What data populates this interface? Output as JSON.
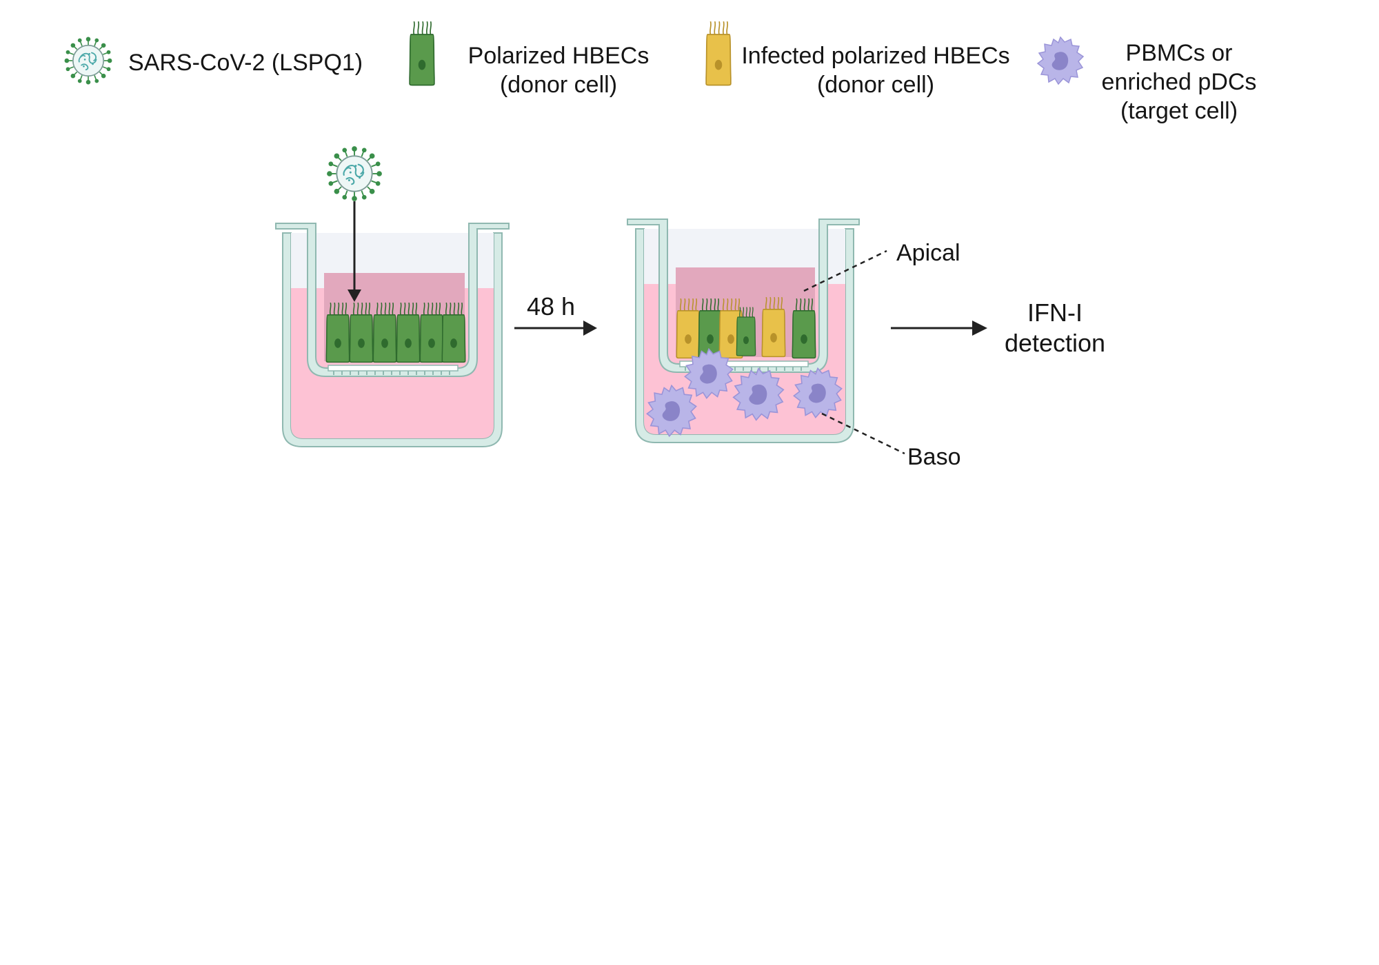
{
  "legend": {
    "virus": "SARS-CoV-2 (LSPQ1)",
    "polarized": [
      "Polarized HBECs",
      "(donor cell)"
    ],
    "infected": [
      "Infected polarized HBECs",
      "(donor cell)"
    ],
    "target": [
      "PBMCs or",
      "enriched pDCs",
      "(target cell)"
    ]
  },
  "steps": {
    "time": "48 h",
    "readout": [
      "IFN-I",
      "detection"
    ]
  },
  "labels": {
    "apical": "Apical",
    "baso": "Baso"
  },
  "colors": {
    "virus_green": "#3a8f4a",
    "virus_teal": "#4aa8a8",
    "hbec_green": "#5a9a4c",
    "hbec_green_dark": "#2f6b2e",
    "hbec_yellow": "#e8c14a",
    "hbec_yellow_dark": "#b8922a",
    "medium_pink": "#fdc2d4",
    "insert_pink": "#e2a8bd",
    "well_outline": "#8fb8b0",
    "well_fill": "#d6ebe6",
    "cell_purple": "#b9b5e8",
    "cell_nucleus": "#8a84c8"
  }
}
